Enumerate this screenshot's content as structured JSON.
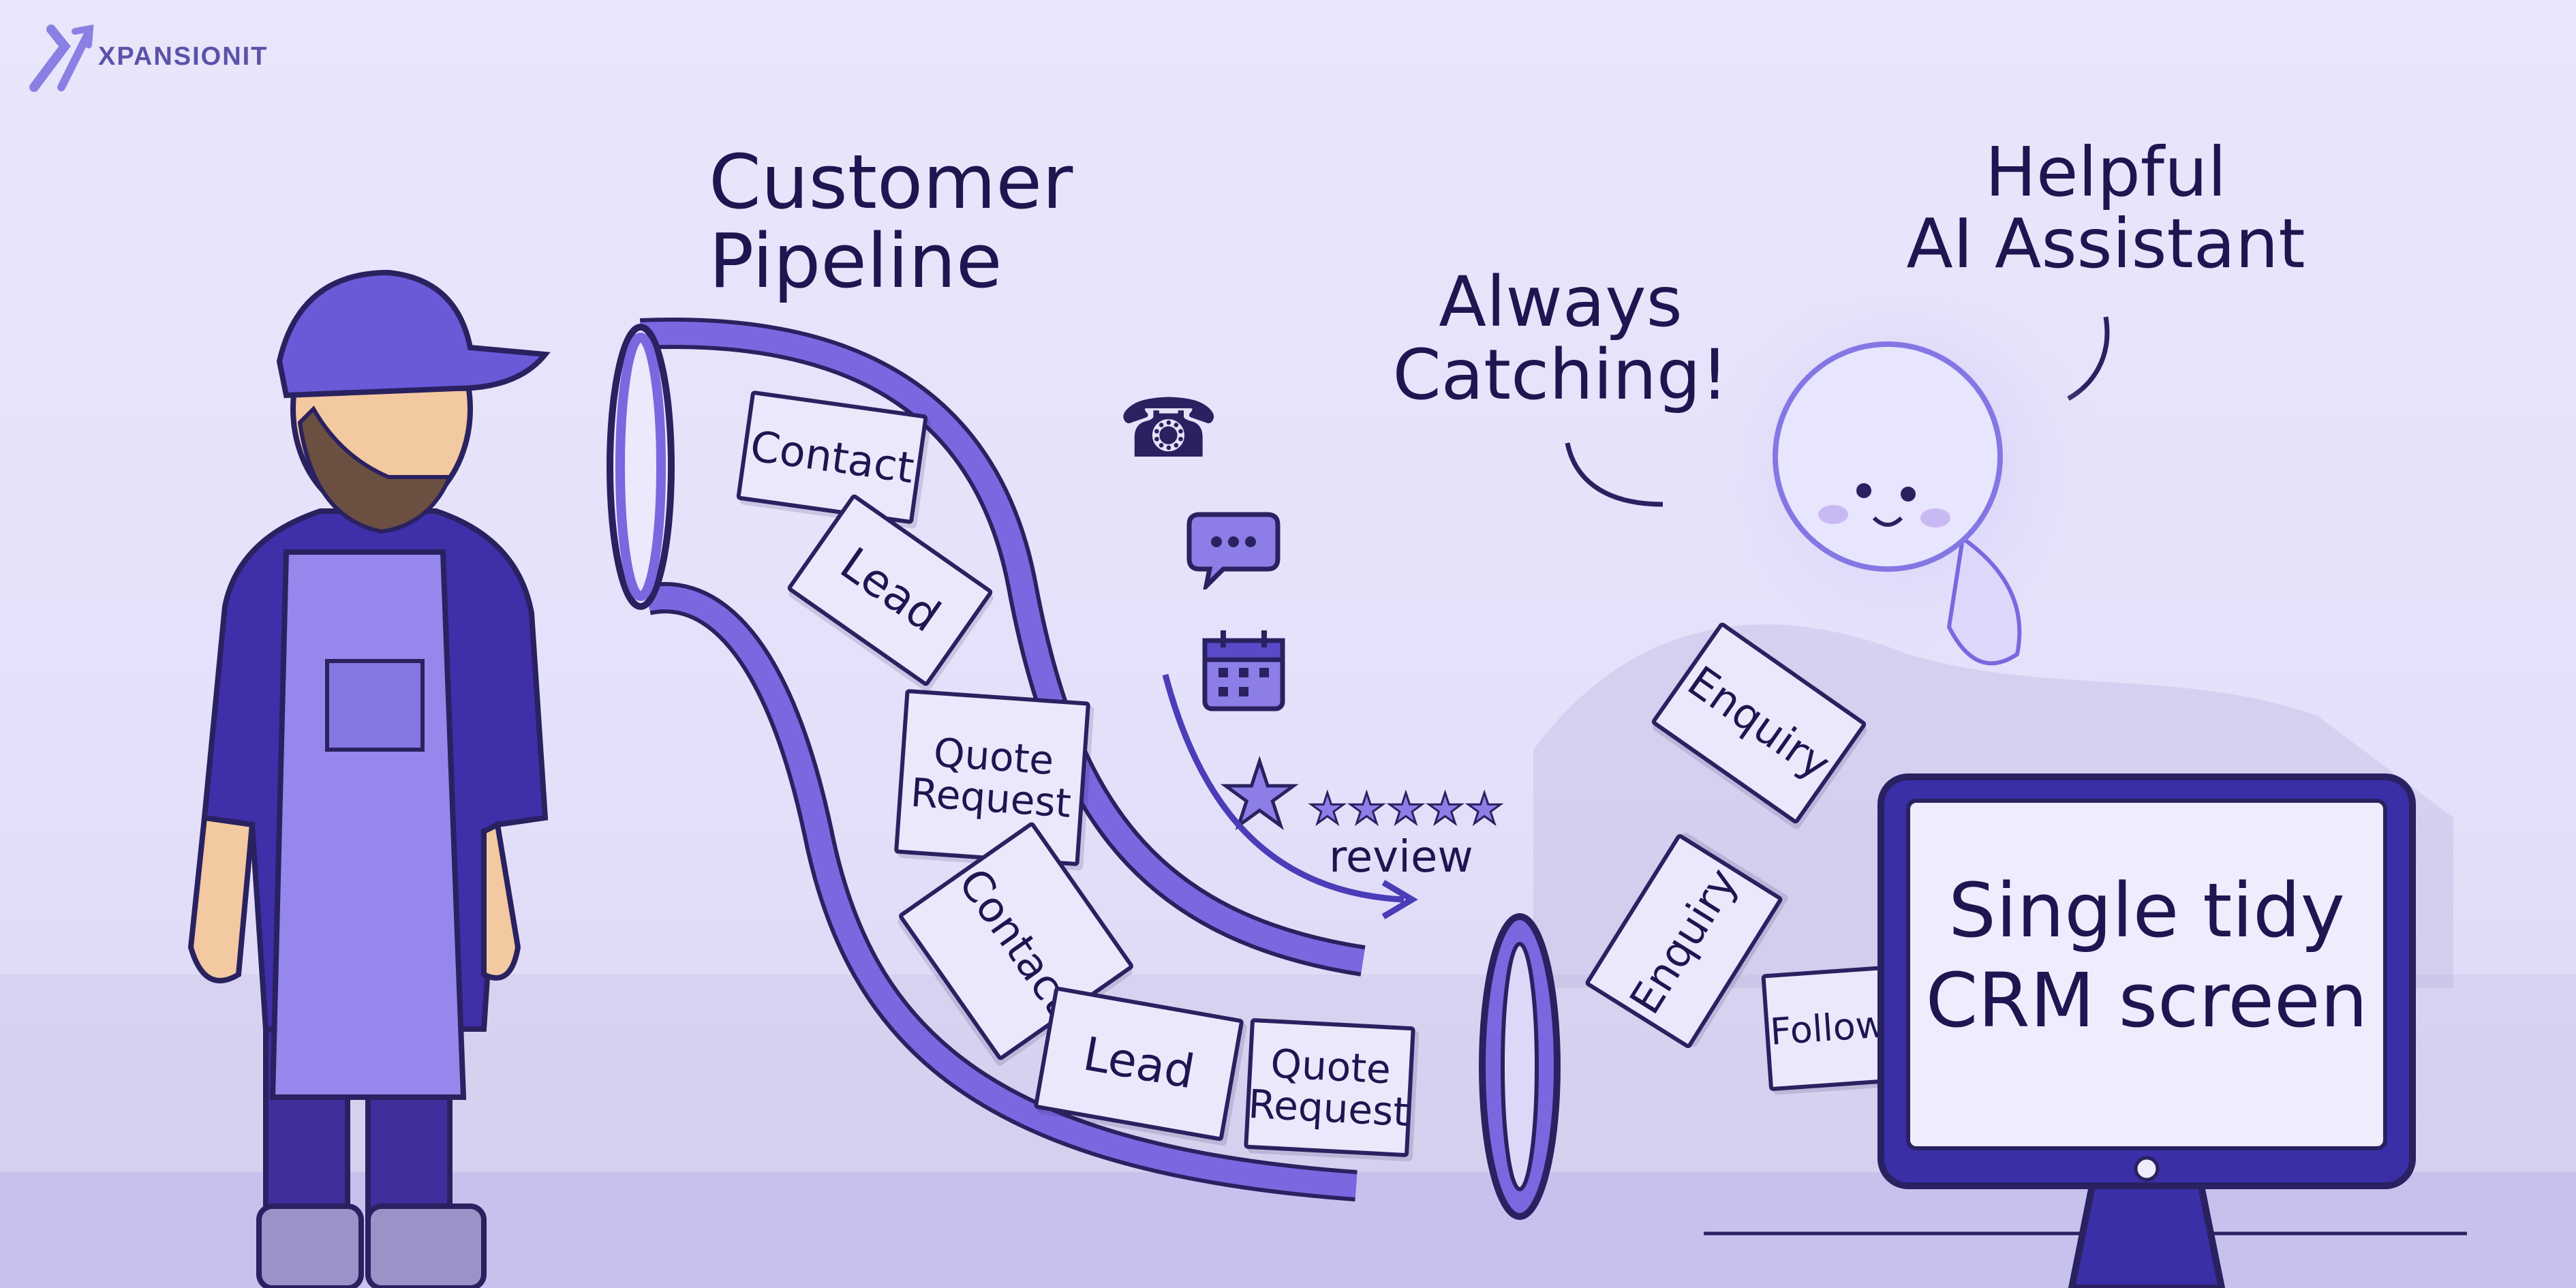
{
  "brand": {
    "logo_text": "XPANSIONIT",
    "accent": "#7b6fe0"
  },
  "colors": {
    "primary": "#6a5ad8",
    "outline": "#2a2160",
    "card_bg": "#ebe8fc",
    "background": "#e6e3fa"
  },
  "titles": {
    "pipeline": "Customer\nPipeline",
    "catching": "Always\nCatching!",
    "assistant": "Helpful\nAI Assistant",
    "review": "review"
  },
  "pipeline_cards": [
    {
      "text": "Contact"
    },
    {
      "text": "Lead"
    },
    {
      "text": "Quote\nRequest"
    },
    {
      "text": "Contact"
    },
    {
      "text": "Lead"
    },
    {
      "text": "Quote\nRequest"
    }
  ],
  "caught_cards": [
    {
      "text": "Enquiry"
    },
    {
      "text": "Enquiry"
    },
    {
      "text": "Follow-up"
    }
  ],
  "icons": [
    "phone-icon",
    "chat-icon",
    "calendar-icon",
    "star-icon"
  ],
  "review_stars": 5,
  "monitor": {
    "screen_text": "Single tidy\nCRM screen"
  }
}
